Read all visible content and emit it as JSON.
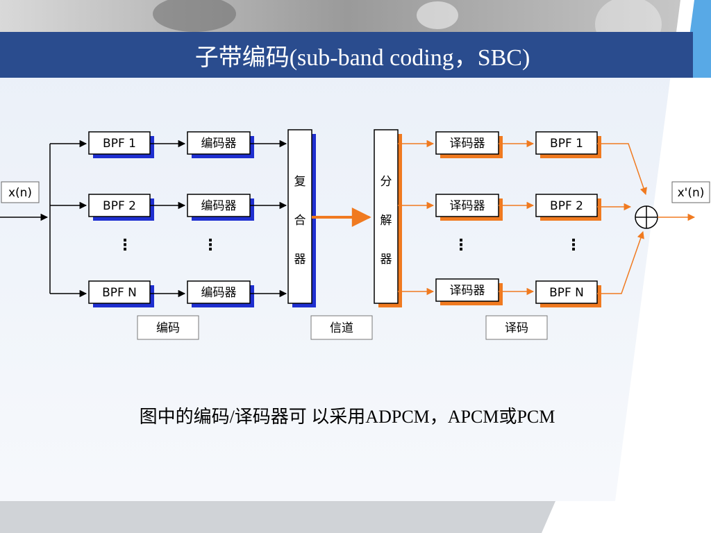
{
  "slide": {
    "title": "子带编码(sub-band coding，SBC)",
    "caption": "图中的编码/译码器可 以采用ADPCM，APCM或PCM"
  },
  "diagram": {
    "input_label": "x(n)",
    "output_label": "x'(n)",
    "bpf_labels": [
      "BPF 1",
      "BPF 2",
      "BPF N"
    ],
    "encoder_label": "编码器",
    "decoder_label": "译码器",
    "mux_chars": [
      "复",
      "合",
      "器"
    ],
    "demux_chars": [
      "分",
      "解",
      "器"
    ],
    "ellipsis": "⋮",
    "sum_symbol": "⊕",
    "section_labels": {
      "encode": "编码",
      "channel": "信道",
      "decode": "译码"
    },
    "colors": {
      "left_accent": "#1f2fd0",
      "right_accent": "#f07a20",
      "title_bar": "#2a4c8e"
    }
  }
}
